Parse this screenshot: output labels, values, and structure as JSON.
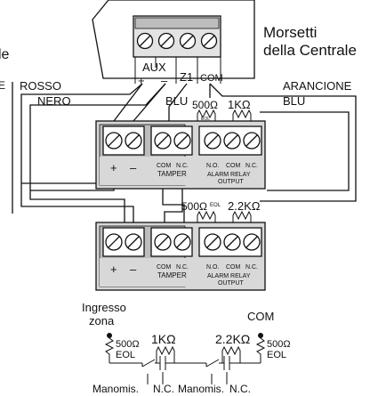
{
  "panel": {
    "title_line1": "Morsetti",
    "title_line2": "della Centrale",
    "left_edge_label": "le",
    "terminal_labels": [
      "AUX",
      "+",
      "–",
      "Z1",
      "COM"
    ]
  },
  "wires": {
    "red": "ROSSO",
    "black": "NERO",
    "blue_top": "BLU",
    "orange": "ARANCIONE",
    "blue_right": "BLU",
    "left_stub": "E"
  },
  "resistors": {
    "eol_top": "500Ω",
    "eol_top_tag": "EOL",
    "r1k_top": "1KΩ",
    "eol_bottom": "500Ω",
    "eol_bottom_tag": "EOL",
    "r22k_bottom": "2.2KΩ"
  },
  "detector1": {
    "plus": "+",
    "minus": "–",
    "tamper_com": "COM",
    "tamper_nc": "N.C.",
    "tamper_label": "TAMPER",
    "relay_no": "N.O.",
    "relay_com": "COM",
    "relay_nc": "N.C.",
    "relay_label1": "ALARM RELAY",
    "relay_label2": "OUTPUT"
  },
  "detector2": {
    "plus": "+",
    "minus": "–",
    "tamper_com": "COM",
    "tamper_nc": "N.C.",
    "tamper_label": "TAMPER",
    "relay_no": "N.O.",
    "relay_com": "COM",
    "relay_nc": "N.C.",
    "relay_label1": "ALARM RELAY",
    "relay_label2": "OUTPUT"
  },
  "schematic": {
    "input_line1": "Ingresso",
    "input_line2": "zona",
    "com": "COM",
    "eol_left_value": "500Ω",
    "eol_left_tag": "EOL",
    "eol_right_value": "500Ω",
    "eol_right_tag": "EOL",
    "r1k": "1KΩ",
    "r22k": "2.2KΩ",
    "switch_tamper_a": "Manomis.",
    "switch_nc_a": "N.C.",
    "switch_tamper_b": "Manomis.",
    "switch_nc_b": "N.C."
  }
}
